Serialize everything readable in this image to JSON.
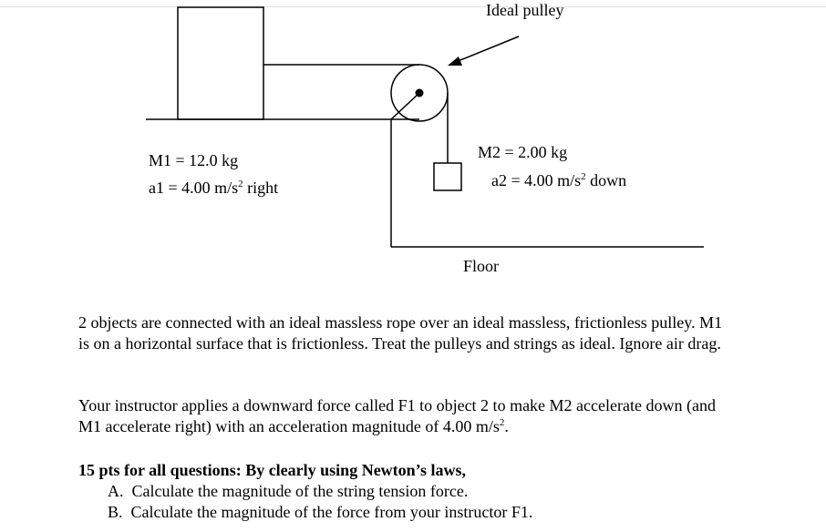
{
  "labels": {
    "pulley_label": "Ideal pulley",
    "m1_mass": "M1 = 12.0 kg",
    "a1_prefix": "a1 = 4.00 m/s",
    "a1_exp": "2",
    "a1_suffix": " right",
    "m2_mass": "M2 = 2.00 kg",
    "a2_prefix": "a2 = 4.00 m/s",
    "a2_exp": "2",
    "a2_suffix": " down",
    "floor": "Floor"
  },
  "problem": {
    "paragraph1": "2 objects are connected with an ideal massless rope over an ideal massless, frictionless pulley.  M1 is on a horizontal surface that is frictionless.  Treat the pulleys and strings as ideal.  Ignore air drag.",
    "paragraph2_prefix": "Your instructor applies a downward force called F1 to object 2 to make M2 accelerate down (and M1 accelerate right) with an acceleration magnitude of 4.00 m/s",
    "paragraph2_exp": "2",
    "paragraph2_suffix": ".",
    "questions_heading": "15 pts for all questions:  By clearly using Newton’s laws,",
    "questions": [
      {
        "letter": "A.",
        "text": "Calculate the magnitude of the string tension force."
      },
      {
        "letter": "B.",
        "text": "Calculate the magnitude of the force from your instructor F1."
      }
    ]
  }
}
